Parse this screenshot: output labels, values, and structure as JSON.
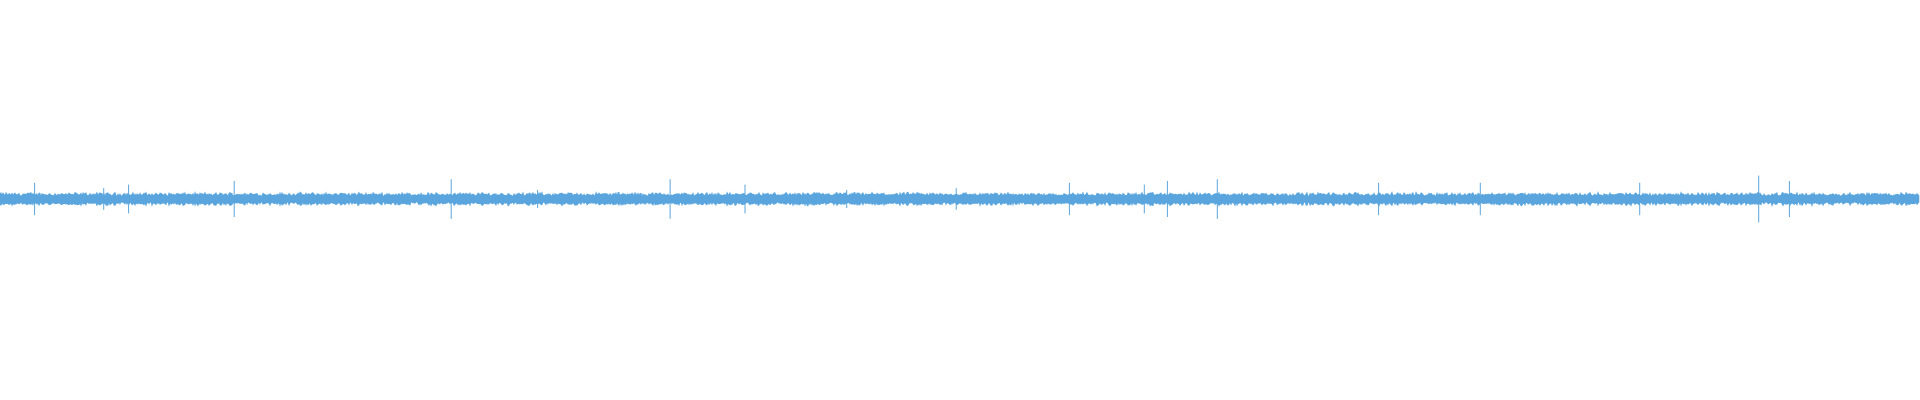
{
  "background_color": "#ffffff",
  "chart_data": {
    "type": "waveform",
    "title": "",
    "xlabel": "",
    "ylabel": "",
    "grid": false,
    "legend": "none",
    "axes_visible": false,
    "series": [
      {
        "color": "#5aa5dd",
        "x_range": [
          0,
          1
        ],
        "y_range": [
          -1,
          1
        ],
        "baseline": 0,
        "noise_amplitude": 0.04,
        "peaks": [
          {
            "x": 0.018,
            "amplitude": 0.09
          },
          {
            "x": 0.054,
            "amplitude": 0.06
          },
          {
            "x": 0.067,
            "amplitude": 0.08
          },
          {
            "x": 0.122,
            "amplitude": 0.1
          },
          {
            "x": 0.235,
            "amplitude": 0.11
          },
          {
            "x": 0.28,
            "amplitude": 0.05
          },
          {
            "x": 0.349,
            "amplitude": 0.11
          },
          {
            "x": 0.388,
            "amplitude": 0.08
          },
          {
            "x": 0.441,
            "amplitude": 0.05
          },
          {
            "x": 0.498,
            "amplitude": 0.06
          },
          {
            "x": 0.557,
            "amplitude": 0.09
          },
          {
            "x": 0.596,
            "amplitude": 0.08
          },
          {
            "x": 0.608,
            "amplitude": 0.1
          },
          {
            "x": 0.634,
            "amplitude": 0.11
          },
          {
            "x": 0.718,
            "amplitude": 0.09
          },
          {
            "x": 0.771,
            "amplitude": 0.09
          },
          {
            "x": 0.854,
            "amplitude": 0.09
          },
          {
            "x": 0.916,
            "amplitude": 0.13
          },
          {
            "x": 0.932,
            "amplitude": 0.1
          }
        ]
      }
    ]
  }
}
